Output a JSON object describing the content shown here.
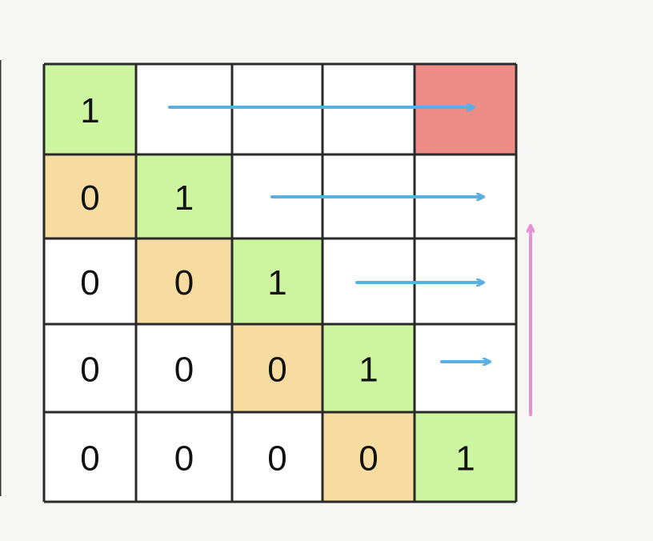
{
  "matrix": [
    [
      "1",
      "",
      "",
      "",
      ""
    ],
    [
      "0",
      "1",
      "",
      "",
      ""
    ],
    [
      "0",
      "0",
      "1",
      "",
      ""
    ],
    [
      "0",
      "0",
      "0",
      "1",
      ""
    ],
    [
      "0",
      "0",
      "0",
      "0",
      "1"
    ]
  ],
  "cell_roles": [
    [
      "diag",
      "empty",
      "empty",
      "empty",
      "target"
    ],
    [
      "below",
      "diag",
      "empty",
      "empty",
      "empty"
    ],
    [
      "empty",
      "below",
      "diag",
      "empty",
      "empty"
    ],
    [
      "empty",
      "empty",
      "below",
      "diag",
      "empty"
    ],
    [
      "empty",
      "empty",
      "empty",
      "below",
      "diag"
    ]
  ],
  "colors": {
    "diag": "#cdf5a0",
    "below": "#f7dca1",
    "target": "#ee8c88",
    "empty": "#ffffff",
    "grid": "#2a2a2a",
    "row_arrow": "#5bb0e3",
    "col_arrow": "#e58fd4"
  },
  "arrows": {
    "row_direction": "right",
    "col_direction": "up"
  }
}
